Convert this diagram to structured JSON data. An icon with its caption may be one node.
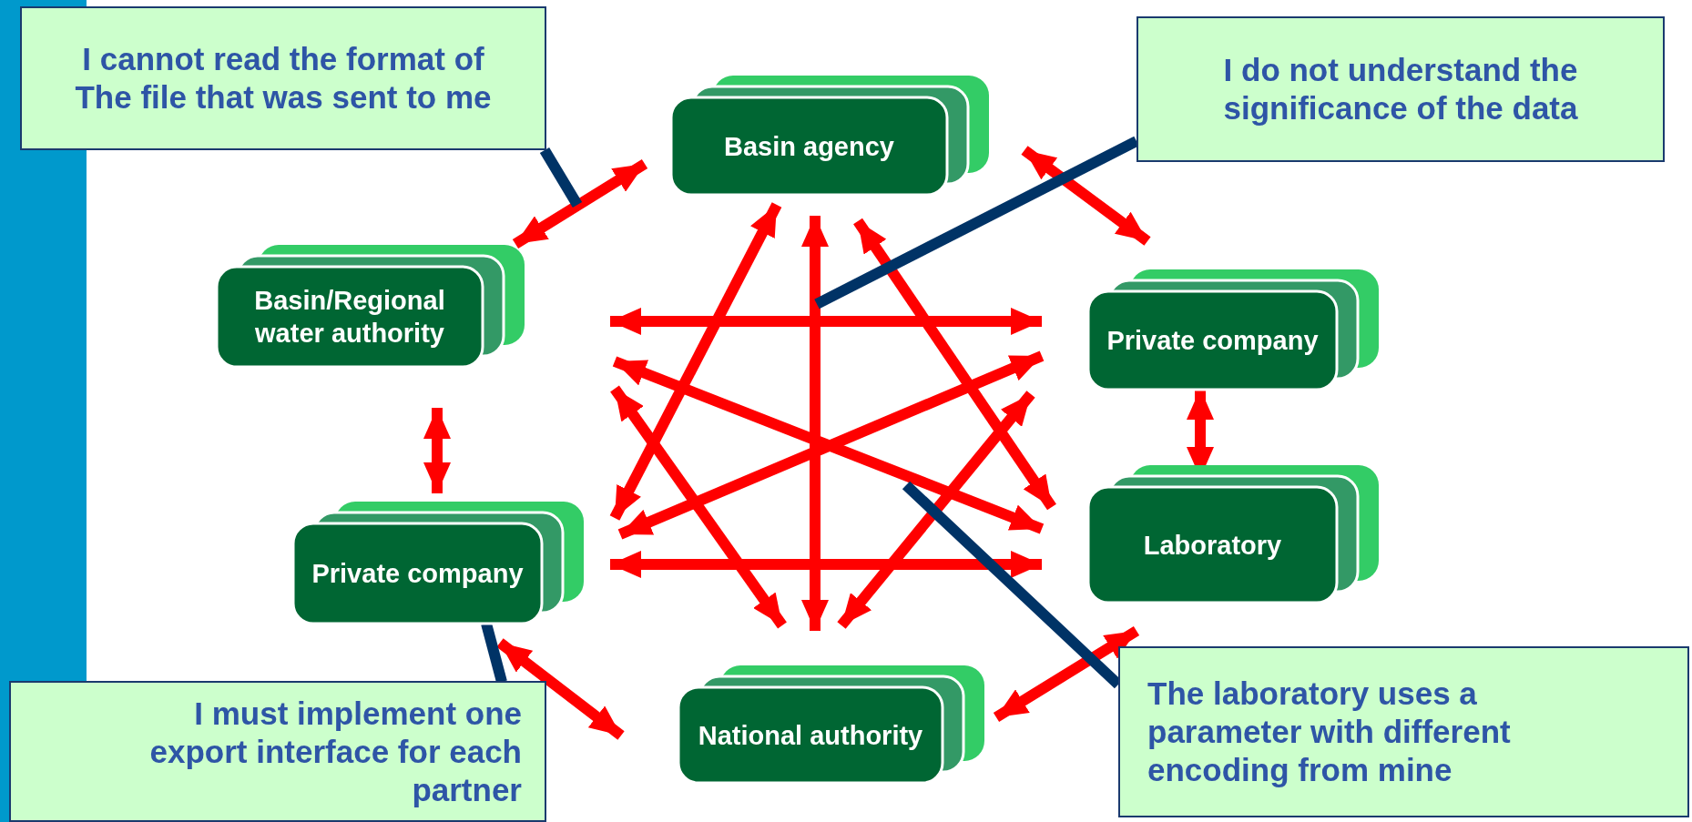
{
  "diagram": {
    "nodes": [
      {
        "text": [
          "I cannot read the format of The file that was sent to me"
        ]
      },
      {
        "text": [
          "Basin agency"
        ]
      },
      {
        "text": [
          "I do not understand the significance of the data"
        ]
      },
      {
        "text": [
          "Basin/Regional water authority"
        ]
      },
      {
        "text": [
          "Private company"
        ]
      },
      {
        "text": [
          "Laboratory"
        ]
      },
      {
        "text": [
          "Private company"
        ]
      },
      {
        "text": [
          "National authority"
        ]
      },
      {
        "text": [
          "I must implement one export interface for each partner"
        ]
      },
      {
        "text": [
          "The laboratory uses a parameter with different encoding from mine"
        ]
      },
      {
        "text": [],
        "shape": "bar"
      }
    ],
    "edges": [
      {
        "from": 1,
        "to": 3,
        "arrow": "both"
      },
      {
        "from": 1,
        "to": 4,
        "arrow": "both"
      },
      {
        "from": 3,
        "to": 6,
        "arrow": "both"
      },
      {
        "from": 4,
        "to": 5,
        "arrow": "both"
      },
      {
        "from": 6,
        "to": 7,
        "arrow": "both"
      },
      {
        "from": 5,
        "to": 7,
        "arrow": "both"
      },
      {
        "from": 3,
        "to": 4,
        "arrow": "both"
      },
      {
        "from": 1,
        "to": 7,
        "arrow": "both"
      },
      {
        "from": 3,
        "to": 5,
        "arrow": "both"
      },
      {
        "from": 3,
        "to": 7,
        "arrow": "both"
      },
      {
        "from": 1,
        "to": 6,
        "arrow": "both"
      },
      {
        "from": 1,
        "to": 5,
        "arrow": "both"
      },
      {
        "from": 6,
        "to": 4,
        "arrow": "both"
      },
      {
        "from": 6,
        "to": 5,
        "arrow": "both"
      },
      {
        "from": 7,
        "to": 4,
        "arrow": "both"
      },
      {
        "from": 0,
        "to": null,
        "arrow": "none",
        "color": "#003366"
      },
      {
        "from": 2,
        "to": null,
        "arrow": "none",
        "color": "#003366"
      },
      {
        "from": 9,
        "to": null,
        "arrow": "none",
        "color": "#003366"
      },
      {
        "from": 8,
        "to": 6,
        "arrow": "none",
        "color": "#003366"
      }
    ]
  }
}
